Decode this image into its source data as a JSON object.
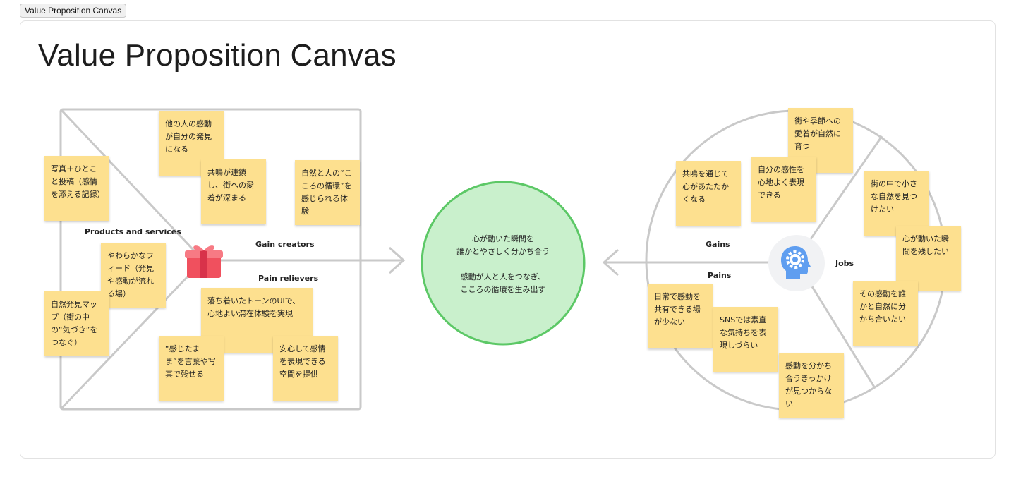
{
  "tab": {
    "label": "Value Proposition Canvas"
  },
  "canvas": {
    "title": "Value Proposition Canvas"
  },
  "value_map": {
    "labels": {
      "products": "Products and services",
      "gain_creators": "Gain creators",
      "pain_relievers": "Pain relievers"
    },
    "notes": [
      "写真＋ひとこと投稿（感情を添える記録）",
      "やわらかなフィード（発見や感動が流れる場）",
      "自然発見マップ（街の中の“気づき”をつなぐ）",
      "他の人の感動が自分の発見になる",
      "共鳴が連鎖し、街への愛着が深まる",
      "自然と人の“こころの循環”を感じられる体験",
      "落ち着いたトーンのUIで、心地よい滞在体験を実現",
      "“感じたまま”を言葉や写真で残せる",
      "安心して感情を表現できる空間を提供"
    ]
  },
  "center": {
    "line1": "心が動いた瞬間を",
    "line2": "誰かとやさしく分かち合う",
    "line3": "感動が人と人をつなぎ、",
    "line4": "こころの循環を生み出す"
  },
  "customer_profile": {
    "labels": {
      "gains": "Gains",
      "pains": "Pains",
      "jobs": "Jobs"
    },
    "notes": [
      "街や季節への愛着が自然に育つ",
      "共鳴を通じて心があたたかくなる",
      "自分の感性を心地よく表現できる",
      "街の中で小さな自然を見つけたい",
      "心が動いた瞬間を残したい",
      "その感動を誰かと自然に分かち合いたい",
      "日常で感動を共有できる場が少ない",
      "SNSでは素直な気持ちを表現しづらい",
      "感動を分かち合うきっかけが見つからない"
    ]
  },
  "colors": {
    "sticky": "#fde08f",
    "circle_fill": "#c9f0cc",
    "circle_stroke": "#5cc866",
    "lines": "#c9c9c9",
    "gift": "#f0505e",
    "head": "#5f9ef0"
  },
  "icons": {
    "gift": "gift-icon",
    "head": "head-gear-icon"
  }
}
